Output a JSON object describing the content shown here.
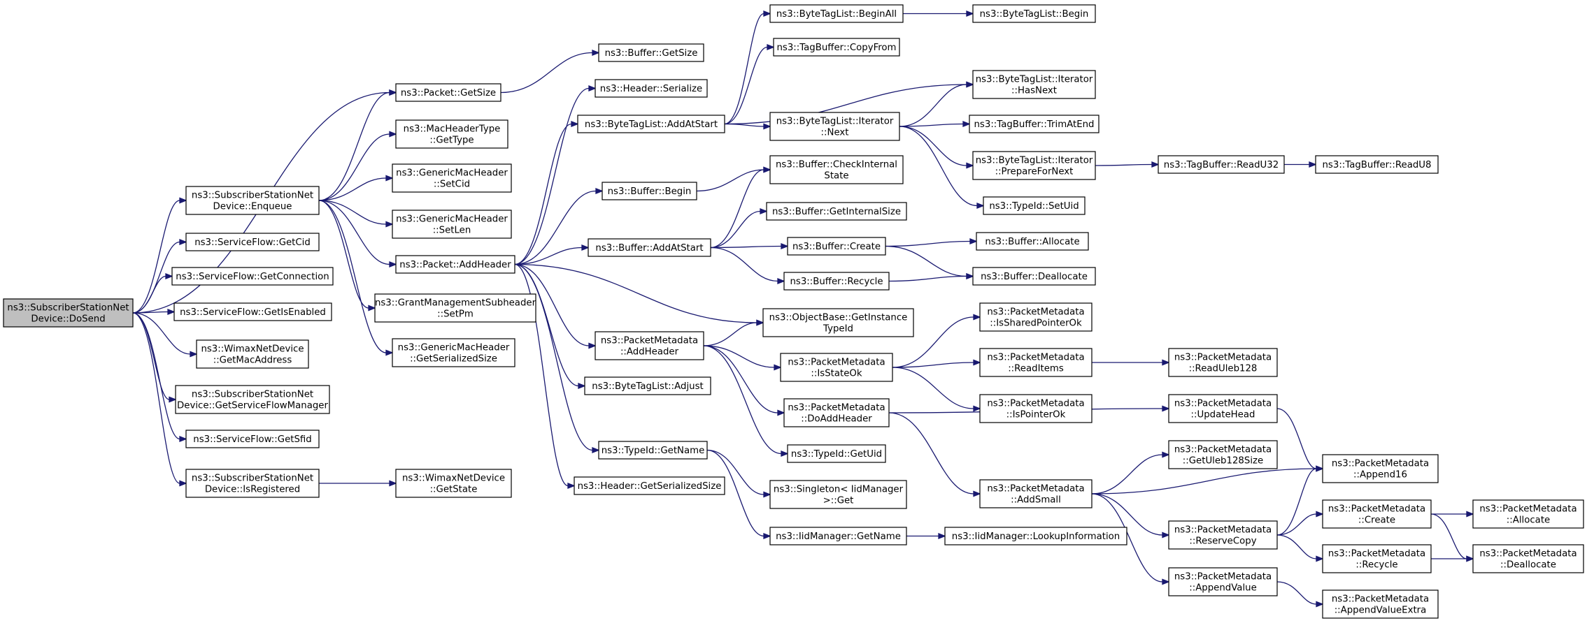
{
  "diagram": {
    "type": "call-graph",
    "edge_color": "#191970",
    "root_fill": "#bfbfbf",
    "node_fill": "#ffffff",
    "nodes": [
      {
        "id": "n0",
        "lines": [
          "ns3::SubscriberStationNet",
          "Device::DoSend"
        ],
        "root": true
      },
      {
        "id": "n1",
        "lines": [
          "ns3::Packet::GetSize"
        ]
      },
      {
        "id": "n2",
        "lines": [
          "ns3::SubscriberStationNet",
          "Device::Enqueue"
        ]
      },
      {
        "id": "n3",
        "lines": [
          "ns3::ServiceFlow::GetCid"
        ]
      },
      {
        "id": "n4",
        "lines": [
          "ns3::ServiceFlow::GetConnection"
        ]
      },
      {
        "id": "n5",
        "lines": [
          "ns3::ServiceFlow::GetIsEnabled"
        ]
      },
      {
        "id": "n6",
        "lines": [
          "ns3::WimaxNetDevice",
          "::GetMacAddress"
        ]
      },
      {
        "id": "n7",
        "lines": [
          "ns3::SubscriberStationNet",
          "Device::GetServiceFlowManager"
        ]
      },
      {
        "id": "n8",
        "lines": [
          "ns3::ServiceFlow::GetSfid"
        ]
      },
      {
        "id": "n9",
        "lines": [
          "ns3::SubscriberStationNet",
          "Device::IsRegistered"
        ]
      },
      {
        "id": "n10",
        "lines": [
          "ns3::Buffer::GetSize"
        ]
      },
      {
        "id": "n11",
        "lines": [
          "ns3::MacHeaderType",
          "::GetType"
        ]
      },
      {
        "id": "n12",
        "lines": [
          "ns3::GenericMacHeader",
          "::SetCid"
        ]
      },
      {
        "id": "n13",
        "lines": [
          "ns3::GenericMacHeader",
          "::SetLen"
        ]
      },
      {
        "id": "n14",
        "lines": [
          "ns3::Packet::AddHeader"
        ]
      },
      {
        "id": "n15",
        "lines": [
          "ns3::GrantManagementSubheader",
          "::SetPm"
        ]
      },
      {
        "id": "n16",
        "lines": [
          "ns3::GenericMacHeader",
          "::GetSerializedSize"
        ]
      },
      {
        "id": "n17",
        "lines": [
          "ns3::WimaxNetDevice",
          "::GetState"
        ]
      },
      {
        "id": "n18",
        "lines": [
          "ns3::Header::Serialize"
        ]
      },
      {
        "id": "n19",
        "lines": [
          "ns3::ByteTagList::AddAtStart"
        ]
      },
      {
        "id": "n20",
        "lines": [
          "ns3::Buffer::Begin"
        ]
      },
      {
        "id": "n21",
        "lines": [
          "ns3::Buffer::AddAtStart"
        ]
      },
      {
        "id": "n22",
        "lines": [
          "ns3::PacketMetadata",
          "::AddHeader"
        ]
      },
      {
        "id": "n23",
        "lines": [
          "ns3::ByteTagList::Adjust"
        ]
      },
      {
        "id": "n24",
        "lines": [
          "ns3::TypeId::GetName"
        ]
      },
      {
        "id": "n25",
        "lines": [
          "ns3::Header::GetSerializedSize"
        ]
      },
      {
        "id": "n26",
        "lines": [
          "ns3::ByteTagList::BeginAll"
        ]
      },
      {
        "id": "n27",
        "lines": [
          "ns3::TagBuffer::CopyFrom"
        ]
      },
      {
        "id": "n28",
        "lines": [
          "ns3::ByteTagList::Iterator",
          "::Next"
        ]
      },
      {
        "id": "n29",
        "lines": [
          "ns3::Buffer::CheckInternal",
          "State"
        ]
      },
      {
        "id": "n30",
        "lines": [
          "ns3::Buffer::GetInternalSize"
        ]
      },
      {
        "id": "n31",
        "lines": [
          "ns3::Buffer::Create"
        ]
      },
      {
        "id": "n32",
        "lines": [
          "ns3::Buffer::Recycle"
        ]
      },
      {
        "id": "n33",
        "lines": [
          "ns3::ObjectBase::GetInstance",
          "TypeId"
        ]
      },
      {
        "id": "n34",
        "lines": [
          "ns3::PacketMetadata",
          "::IsStateOk"
        ]
      },
      {
        "id": "n35",
        "lines": [
          "ns3::PacketMetadata",
          "::DoAddHeader"
        ]
      },
      {
        "id": "n36",
        "lines": [
          "ns3::TypeId::GetUid"
        ]
      },
      {
        "id": "n37",
        "lines": [
          "ns3::Singleton< IidManager",
          ">::Get"
        ]
      },
      {
        "id": "n38",
        "lines": [
          "ns3::IidManager::GetName"
        ]
      },
      {
        "id": "n39",
        "lines": [
          "ns3::ByteTagList::Begin"
        ]
      },
      {
        "id": "n40",
        "lines": [
          "ns3::ByteTagList::Iterator",
          "::HasNext"
        ]
      },
      {
        "id": "n41",
        "lines": [
          "ns3::TagBuffer::TrimAtEnd"
        ]
      },
      {
        "id": "n42",
        "lines": [
          "ns3::ByteTagList::Iterator",
          "::PrepareForNext"
        ]
      },
      {
        "id": "n43",
        "lines": [
          "ns3::TypeId::SetUid"
        ]
      },
      {
        "id": "n44",
        "lines": [
          "ns3::Buffer::Allocate"
        ]
      },
      {
        "id": "n45",
        "lines": [
          "ns3::Buffer::Deallocate"
        ]
      },
      {
        "id": "n46",
        "lines": [
          "ns3::PacketMetadata",
          "::IsSharedPointerOk"
        ]
      },
      {
        "id": "n47",
        "lines": [
          "ns3::PacketMetadata",
          "::ReadItems"
        ]
      },
      {
        "id": "n48",
        "lines": [
          "ns3::PacketMetadata",
          "::IsPointerOk"
        ]
      },
      {
        "id": "n49",
        "lines": [
          "ns3::PacketMetadata",
          "::AddSmall"
        ]
      },
      {
        "id": "n50",
        "lines": [
          "ns3::IidManager::LookupInformation"
        ]
      },
      {
        "id": "n51",
        "lines": [
          "ns3::TagBuffer::ReadU32"
        ]
      },
      {
        "id": "n52",
        "lines": [
          "ns3::PacketMetadata",
          "::ReadUleb128"
        ]
      },
      {
        "id": "n53",
        "lines": [
          "ns3::PacketMetadata",
          "::UpdateHead"
        ]
      },
      {
        "id": "n54",
        "lines": [
          "ns3::PacketMetadata",
          "::GetUleb128Size"
        ]
      },
      {
        "id": "n55",
        "lines": [
          "ns3::PacketMetadata",
          "::ReserveCopy"
        ]
      },
      {
        "id": "n56",
        "lines": [
          "ns3::PacketMetadata",
          "::AppendValue"
        ]
      },
      {
        "id": "n57",
        "lines": [
          "ns3::TagBuffer::ReadU8"
        ]
      },
      {
        "id": "n58",
        "lines": [
          "ns3::PacketMetadata",
          "::Append16"
        ]
      },
      {
        "id": "n59",
        "lines": [
          "ns3::PacketMetadata",
          "::Create"
        ]
      },
      {
        "id": "n60",
        "lines": [
          "ns3::PacketMetadata",
          "::Recycle"
        ]
      },
      {
        "id": "n61",
        "lines": [
          "ns3::PacketMetadata",
          "::AppendValueExtra"
        ]
      },
      {
        "id": "n62",
        "lines": [
          "ns3::PacketMetadata",
          "::Allocate"
        ]
      },
      {
        "id": "n63",
        "lines": [
          "ns3::PacketMetadata",
          "::Deallocate"
        ]
      }
    ],
    "edges": [
      [
        "n0",
        "n1"
      ],
      [
        "n0",
        "n2"
      ],
      [
        "n0",
        "n3"
      ],
      [
        "n0",
        "n4"
      ],
      [
        "n0",
        "n5"
      ],
      [
        "n0",
        "n6"
      ],
      [
        "n0",
        "n7"
      ],
      [
        "n0",
        "n8"
      ],
      [
        "n0",
        "n9"
      ],
      [
        "n1",
        "n10"
      ],
      [
        "n2",
        "n1"
      ],
      [
        "n2",
        "n11"
      ],
      [
        "n2",
        "n12"
      ],
      [
        "n2",
        "n13"
      ],
      [
        "n2",
        "n14"
      ],
      [
        "n2",
        "n15"
      ],
      [
        "n2",
        "n16"
      ],
      [
        "n9",
        "n17"
      ],
      [
        "n14",
        "n18"
      ],
      [
        "n14",
        "n19"
      ],
      [
        "n14",
        "n20"
      ],
      [
        "n14",
        "n21"
      ],
      [
        "n14",
        "n22"
      ],
      [
        "n14",
        "n23"
      ],
      [
        "n14",
        "n24"
      ],
      [
        "n14",
        "n25"
      ],
      [
        "n14",
        "n33"
      ],
      [
        "n19",
        "n26"
      ],
      [
        "n19",
        "n27"
      ],
      [
        "n19",
        "n28"
      ],
      [
        "n19",
        "n40"
      ],
      [
        "n20",
        "n29"
      ],
      [
        "n21",
        "n29"
      ],
      [
        "n21",
        "n30"
      ],
      [
        "n21",
        "n31"
      ],
      [
        "n21",
        "n32"
      ],
      [
        "n22",
        "n33"
      ],
      [
        "n22",
        "n34"
      ],
      [
        "n22",
        "n35"
      ],
      [
        "n22",
        "n36"
      ],
      [
        "n24",
        "n37"
      ],
      [
        "n24",
        "n38"
      ],
      [
        "n26",
        "n39"
      ],
      [
        "n28",
        "n40"
      ],
      [
        "n28",
        "n41"
      ],
      [
        "n28",
        "n42"
      ],
      [
        "n28",
        "n43"
      ],
      [
        "n31",
        "n44"
      ],
      [
        "n31",
        "n45"
      ],
      [
        "n32",
        "n45"
      ],
      [
        "n34",
        "n46"
      ],
      [
        "n34",
        "n47"
      ],
      [
        "n34",
        "n48"
      ],
      [
        "n35",
        "n53"
      ],
      [
        "n35",
        "n49"
      ],
      [
        "n38",
        "n50"
      ],
      [
        "n42",
        "n51"
      ],
      [
        "n47",
        "n52"
      ],
      [
        "n49",
        "n54"
      ],
      [
        "n49",
        "n58"
      ],
      [
        "n49",
        "n55"
      ],
      [
        "n49",
        "n56"
      ],
      [
        "n51",
        "n57"
      ],
      [
        "n53",
        "n58"
      ],
      [
        "n55",
        "n58"
      ],
      [
        "n55",
        "n59"
      ],
      [
        "n55",
        "n60"
      ],
      [
        "n56",
        "n61"
      ],
      [
        "n59",
        "n62"
      ],
      [
        "n59",
        "n63"
      ],
      [
        "n60",
        "n63"
      ]
    ]
  }
}
